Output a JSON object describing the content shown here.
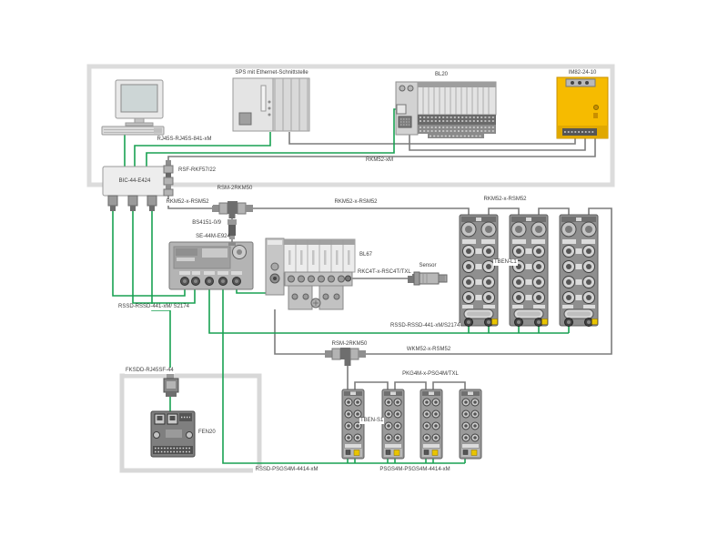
{
  "labels": {
    "sps": "SPS mit Ethernet-Schnittstelle",
    "bl20": "BL20",
    "psu": "IM82-24-10",
    "rj45s_cable": "RJ45S-RJ45S-841-xM",
    "rkm52_xm": "RKM52-xM",
    "bic": "BIC-44-E424",
    "rsf": "RSF-RKF57/22",
    "rkm52_rsm52_left": "RKM52-x-RSM52",
    "rsm_2rkm50_top": "RSM-2RKM50",
    "rkm52_rsm52_mid": "RKM52-x-RSM52",
    "rkm52_rsm52_right": "RKM52-x-RSM52",
    "bs4151": "BS4151-0/9",
    "se44m": "SE-44M-E924",
    "bl67": "BL67",
    "rkc4t": "RKC4T-x-RSC4T/TXL",
    "sensor": "Sensor",
    "tben_l1": "TBEN-L1",
    "rssd_left": "RSSD-RSSD-441-xM/ S2174",
    "rssd_mid": "RSSD-RSSD-441-xM/S2174",
    "rsm_2rkm50_bottom": "RSM-2RKM50",
    "wkm52": "WKM52-x-RSM52",
    "fksdd": "FKSDD-RJ45SF-44",
    "fen20": "FEN20",
    "tben_s1": "TBEN-S1",
    "pkg4m": "PKG4M-x-PSG4M/TXL",
    "rssd_psgs4m": "RSSD-PSGS4M-4414-xM",
    "psgs4m_psgs4m": "PSGS4M-PSGS4M-4414-xM"
  },
  "colors": {
    "ethernet_green": "#18a152",
    "power_gray": "#7c7c7c",
    "psu_yellow": "#f6bb00",
    "frame_gray": "#dcdcdc"
  }
}
